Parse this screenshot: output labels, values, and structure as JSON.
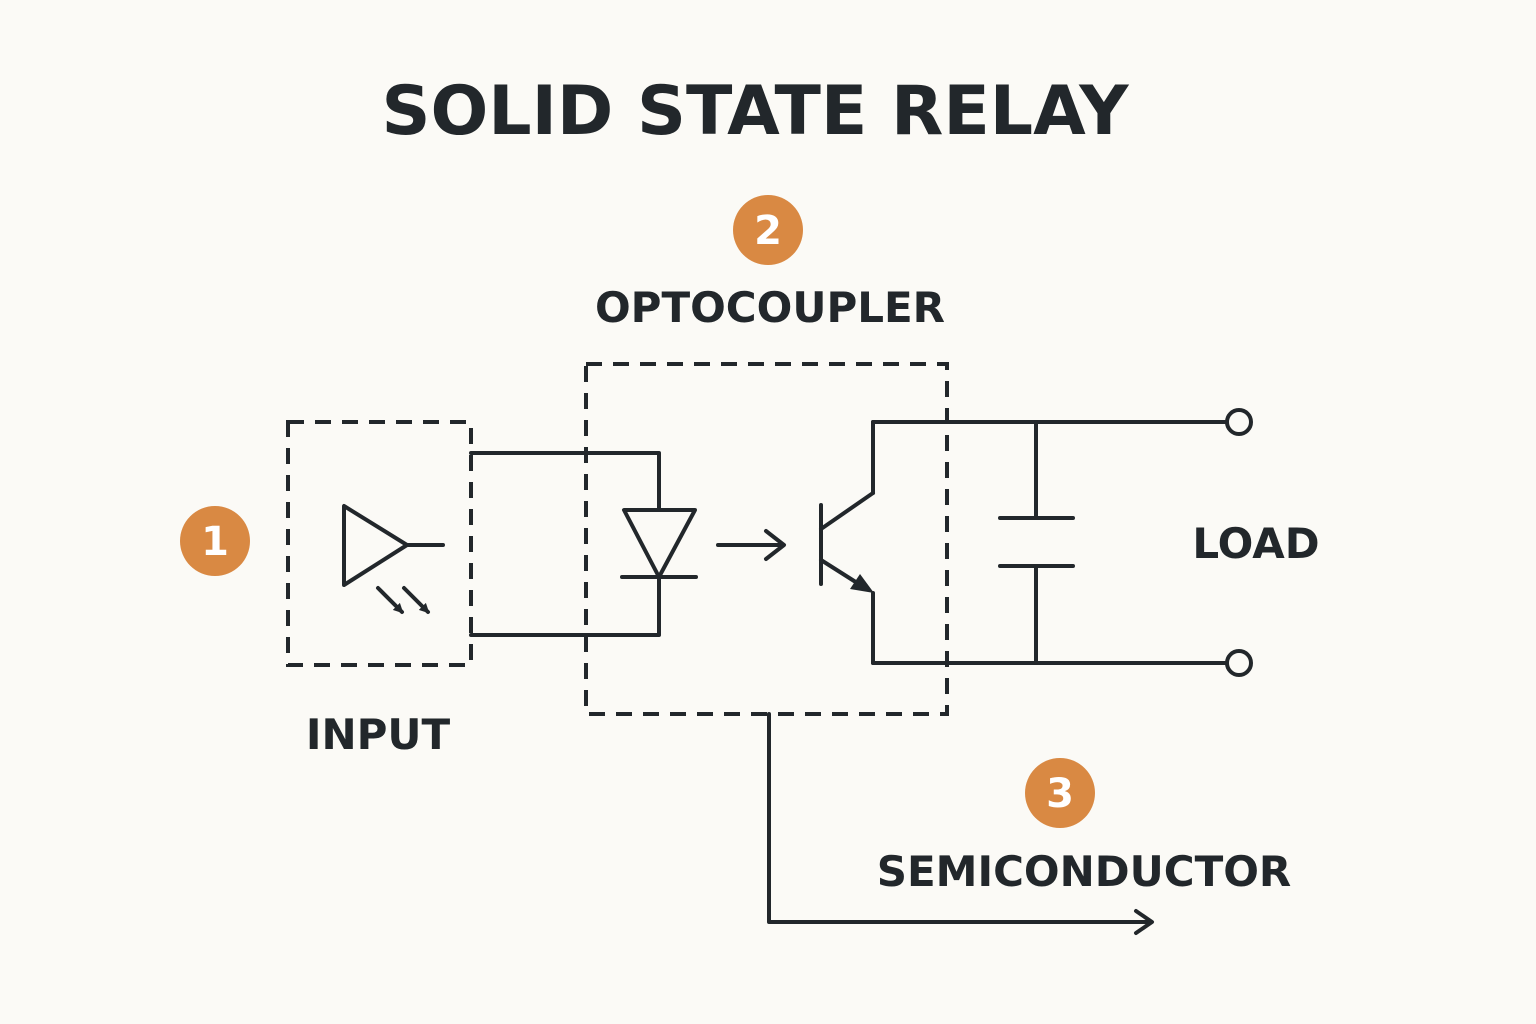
{
  "title": "SOLID STATE RELAY",
  "accent_color": "#d98943",
  "line_color": "#22272b",
  "background_color": "#fbfaf6",
  "badges": [
    {
      "number": "1"
    },
    {
      "number": "2"
    },
    {
      "number": "3"
    }
  ],
  "labels": {
    "input": "INPUT",
    "optocoupler": "OPTOCOUPLER",
    "load": "LOAD",
    "semiconductor": "SEMICONDUCTOR"
  }
}
